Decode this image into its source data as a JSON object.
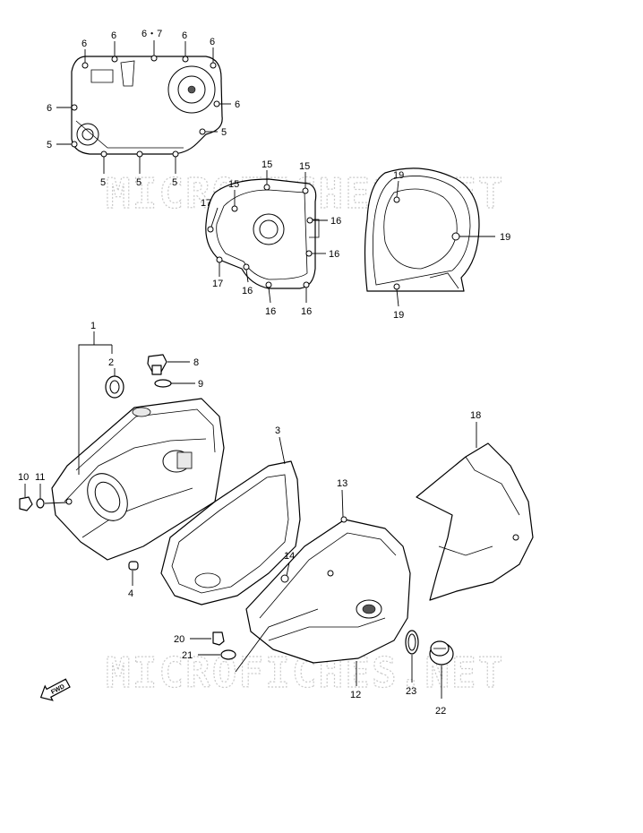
{
  "watermarks": [
    "MICROFICHES.NET",
    "MICROFICHES.NET"
  ],
  "fwd_label": "FWD",
  "labels": {
    "l_6_a": "6",
    "l_6_b": "6",
    "l_67": "6・7",
    "l_6_c": "6",
    "l_6_d": "6",
    "l_6_e": "6",
    "l_6_f": "6",
    "l_5_a": "5",
    "l_5_b": "5",
    "l_5_c": "5",
    "l_5_d": "5",
    "l_5_e": "5",
    "l_15_a": "15",
    "l_15_b": "15",
    "l_15_c": "15",
    "l_17_a": "17",
    "l_17_b": "17",
    "l_16_a": "16",
    "l_16_b": "16",
    "l_16_c": "16",
    "l_16_d": "16",
    "l_16_e": "16",
    "l_19_a": "19",
    "l_19_b": "19",
    "l_19_c": "19",
    "l_1": "1",
    "l_2": "2",
    "l_8": "8",
    "l_9": "9",
    "l_10": "10",
    "l_11": "11",
    "l_4": "4",
    "l_3": "3",
    "l_13": "13",
    "l_14": "14",
    "l_18": "18",
    "l_20": "20",
    "l_21": "21",
    "l_12": "12",
    "l_23": "23",
    "l_22": "22"
  }
}
